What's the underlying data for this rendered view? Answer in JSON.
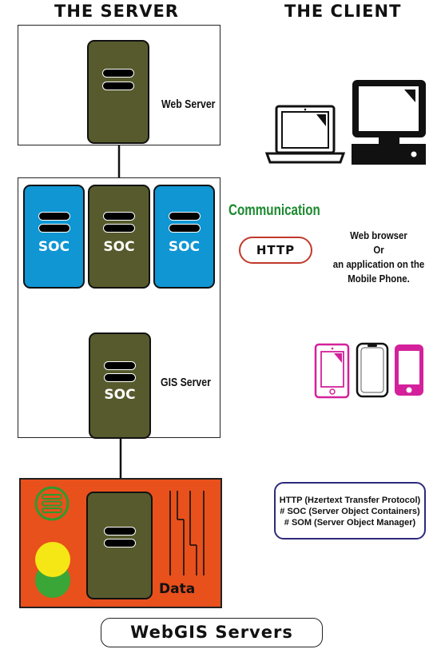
{
  "headers": {
    "server": "THE SERVER",
    "client": "THE CLIENT"
  },
  "web_server": {
    "label": "Web Server"
  },
  "soc_cluster": {
    "soc_labels": [
      "SOC",
      "SOC",
      "SOC"
    ]
  },
  "gis_server": {
    "soc_label": "SOC",
    "label": "GIS Server"
  },
  "data_store": {
    "label": "Data"
  },
  "communication": {
    "title": "Communication",
    "protocol": "HTTP"
  },
  "client_note": {
    "line1": "Web browser",
    "line2": "Or",
    "line3": "an application on the",
    "line4": "Mobile Phone."
  },
  "legend": {
    "line1": "HTTP (Hzertext Transfer Protocol)",
    "line2": "# SOC (Server Object Containers)",
    "line3": "# SOM (Server Object Manager)"
  },
  "footer": {
    "title": "WebGIS Servers"
  },
  "icons": [
    "laptop-icon",
    "desktop-computer-icon",
    "tablet-icon",
    "smartphone-icon",
    "smartphone-pink-icon",
    "database-icon",
    "traffic-light-icon"
  ],
  "colors": {
    "olive_server": "#575a2c",
    "soc_blue": "#0f96d3",
    "data_orange": "#e8501c",
    "communication_green": "#1c8a2e",
    "http_border": "#c0392b",
    "legend_border": "#2e2a7a",
    "device_magenta": "#d4219b"
  }
}
